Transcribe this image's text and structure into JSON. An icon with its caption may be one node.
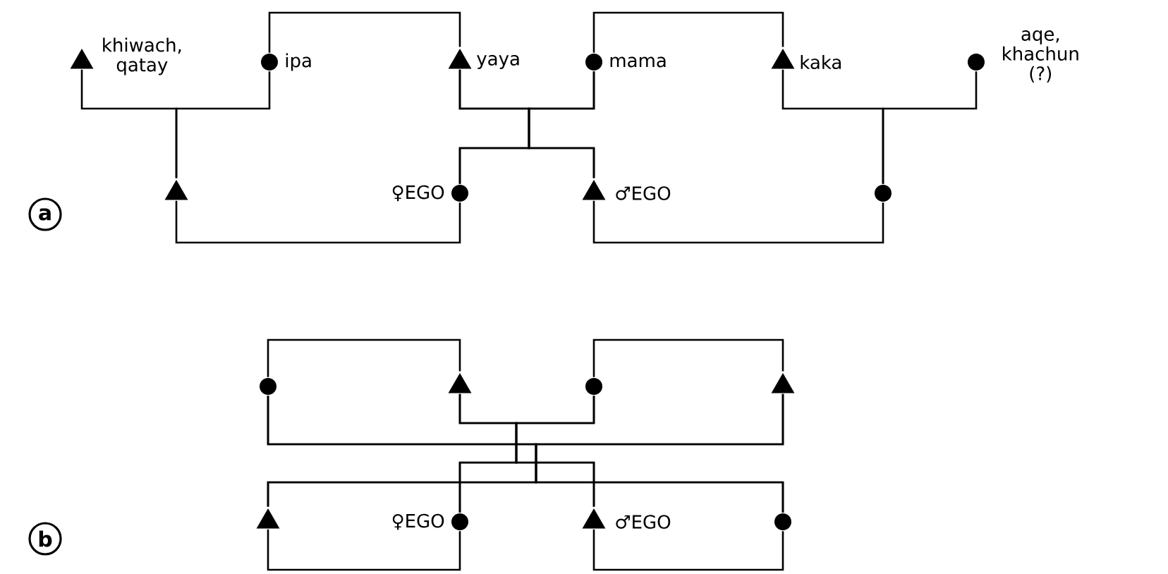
{
  "diagram": {
    "nodes": [
      {
        "text": [],
        "shape": "triangle",
        "beside": [
          "khiwach, qatay"
        ]
      },
      {
        "text": [],
        "shape": "circle",
        "beside": [
          "ipa"
        ]
      },
      {
        "text": [],
        "shape": "triangle",
        "beside": [
          "yaya"
        ]
      },
      {
        "text": [],
        "shape": "circle",
        "beside": [
          "mama"
        ]
      },
      {
        "text": [],
        "shape": "triangle",
        "beside": [
          "kaka"
        ]
      },
      {
        "text": [],
        "shape": "circle",
        "beside": [
          "aqe, khachun (?)"
        ]
      },
      {
        "text": [],
        "shape": "triangle"
      },
      {
        "text": [],
        "shape": "circle",
        "beside": [
          "♀EGO"
        ]
      },
      {
        "text": [],
        "shape": "triangle",
        "beside": [
          "♂EGO"
        ]
      },
      {
        "text": [],
        "shape": "circle"
      },
      {
        "text": [],
        "shape": "circle"
      },
      {
        "text": [],
        "shape": "triangle"
      },
      {
        "text": [],
        "shape": "circle"
      },
      {
        "text": [],
        "shape": "triangle"
      },
      {
        "text": [],
        "shape": "triangle"
      },
      {
        "text": [],
        "shape": "circle",
        "beside": [
          "♀EGO"
        ]
      },
      {
        "text": [],
        "shape": "triangle",
        "beside": [
          "♂EGO"
        ]
      },
      {
        "text": [],
        "shape": "circle"
      }
    ],
    "edges": [
      {
        "from": 0,
        "to": 6,
        "arrow": "none"
      },
      {
        "from": 1,
        "to": 6,
        "arrow": "none"
      },
      {
        "from": 1,
        "to": 2,
        "arrow": "none"
      },
      {
        "from": 2,
        "to": 7,
        "arrow": "none"
      },
      {
        "from": 2,
        "to": 8,
        "arrow": "none"
      },
      {
        "from": 3,
        "to": 7,
        "arrow": "none"
      },
      {
        "from": 3,
        "to": 8,
        "arrow": "none"
      },
      {
        "from": 3,
        "to": 4,
        "arrow": "none"
      },
      {
        "from": 4,
        "to": 9,
        "arrow": "none"
      },
      {
        "from": 5,
        "to": 9,
        "arrow": "none"
      },
      {
        "from": 6,
        "to": 7,
        "arrow": "none"
      },
      {
        "from": 8,
        "to": 9,
        "arrow": "none"
      },
      {
        "from": 10,
        "to": 11,
        "arrow": "none"
      },
      {
        "from": 12,
        "to": 13,
        "arrow": "none"
      },
      {
        "from": 10,
        "to": 14,
        "arrow": "none"
      },
      {
        "from": 10,
        "to": 17,
        "arrow": "none"
      },
      {
        "from": 13,
        "to": 14,
        "arrow": "none"
      },
      {
        "from": 13,
        "to": 17,
        "arrow": "none"
      },
      {
        "from": 11,
        "to": 15,
        "arrow": "none"
      },
      {
        "from": 11,
        "to": 16,
        "arrow": "none"
      },
      {
        "from": 12,
        "to": 15,
        "arrow": "none"
      },
      {
        "from": 12,
        "to": 16,
        "arrow": "none"
      },
      {
        "from": 14,
        "to": 15,
        "arrow": "none"
      },
      {
        "from": 16,
        "to": 17,
        "arrow": "none"
      }
    ],
    "labels": [
      "a",
      "b"
    ]
  }
}
